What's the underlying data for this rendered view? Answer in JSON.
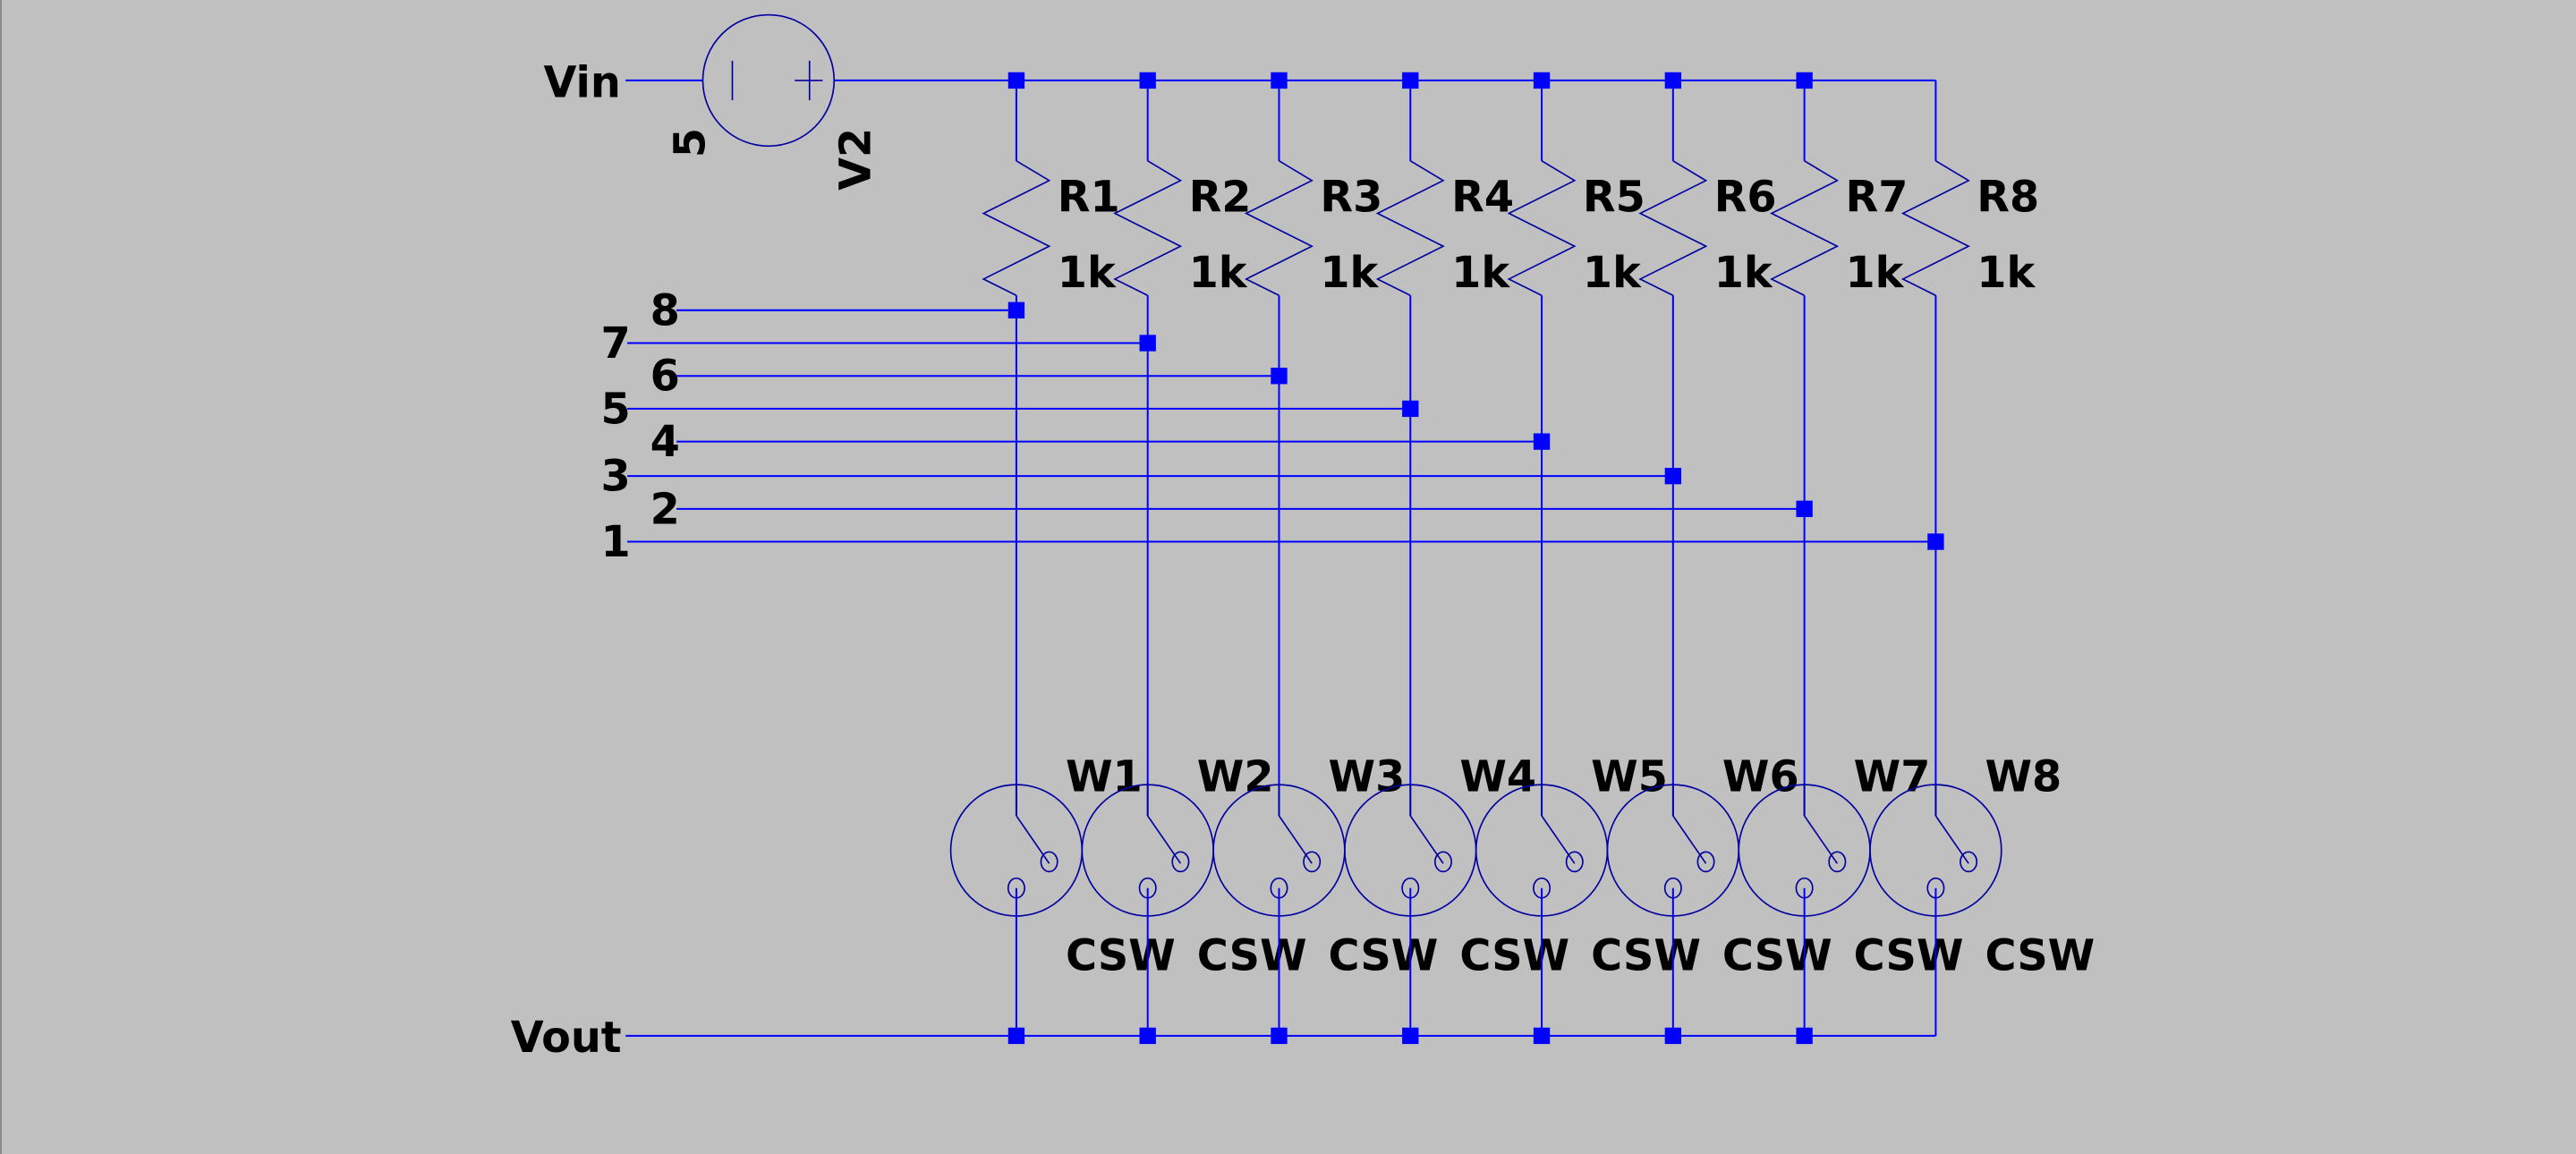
{
  "nets": {
    "vin": "Vin",
    "vout": "Vout"
  },
  "source": {
    "name": "V2",
    "value": "5"
  },
  "resistors": [
    {
      "name": "R1",
      "value": "1k"
    },
    {
      "name": "R2",
      "value": "1k"
    },
    {
      "name": "R3",
      "value": "1k"
    },
    {
      "name": "R4",
      "value": "1k"
    },
    {
      "name": "R5",
      "value": "1k"
    },
    {
      "name": "R6",
      "value": "1k"
    },
    {
      "name": "R7",
      "value": "1k"
    },
    {
      "name": "R8",
      "value": "1k"
    }
  ],
  "switches": [
    {
      "name": "W1",
      "model": "CSW"
    },
    {
      "name": "W2",
      "model": "CSW"
    },
    {
      "name": "W3",
      "model": "CSW"
    },
    {
      "name": "W4",
      "model": "CSW"
    },
    {
      "name": "W5",
      "model": "CSW"
    },
    {
      "name": "W6",
      "model": "CSW"
    },
    {
      "name": "W7",
      "model": "CSW"
    },
    {
      "name": "W8",
      "model": "CSW"
    }
  ],
  "control_lines": [
    "8",
    "7",
    "6",
    "5",
    "4",
    "3",
    "2",
    "1"
  ]
}
